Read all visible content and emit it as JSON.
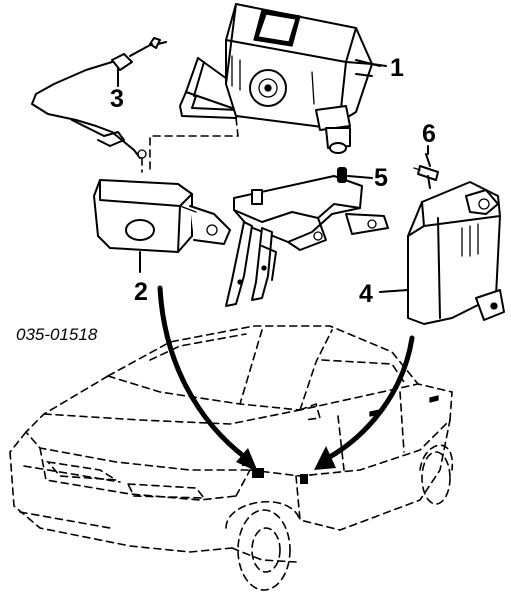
{
  "diagram": {
    "reference_code": "035-01518",
    "parts": [
      {
        "number": "1"
      },
      {
        "number": "2"
      },
      {
        "number": "3"
      },
      {
        "number": "4"
      },
      {
        "number": "5"
      },
      {
        "number": "6"
      }
    ]
  }
}
